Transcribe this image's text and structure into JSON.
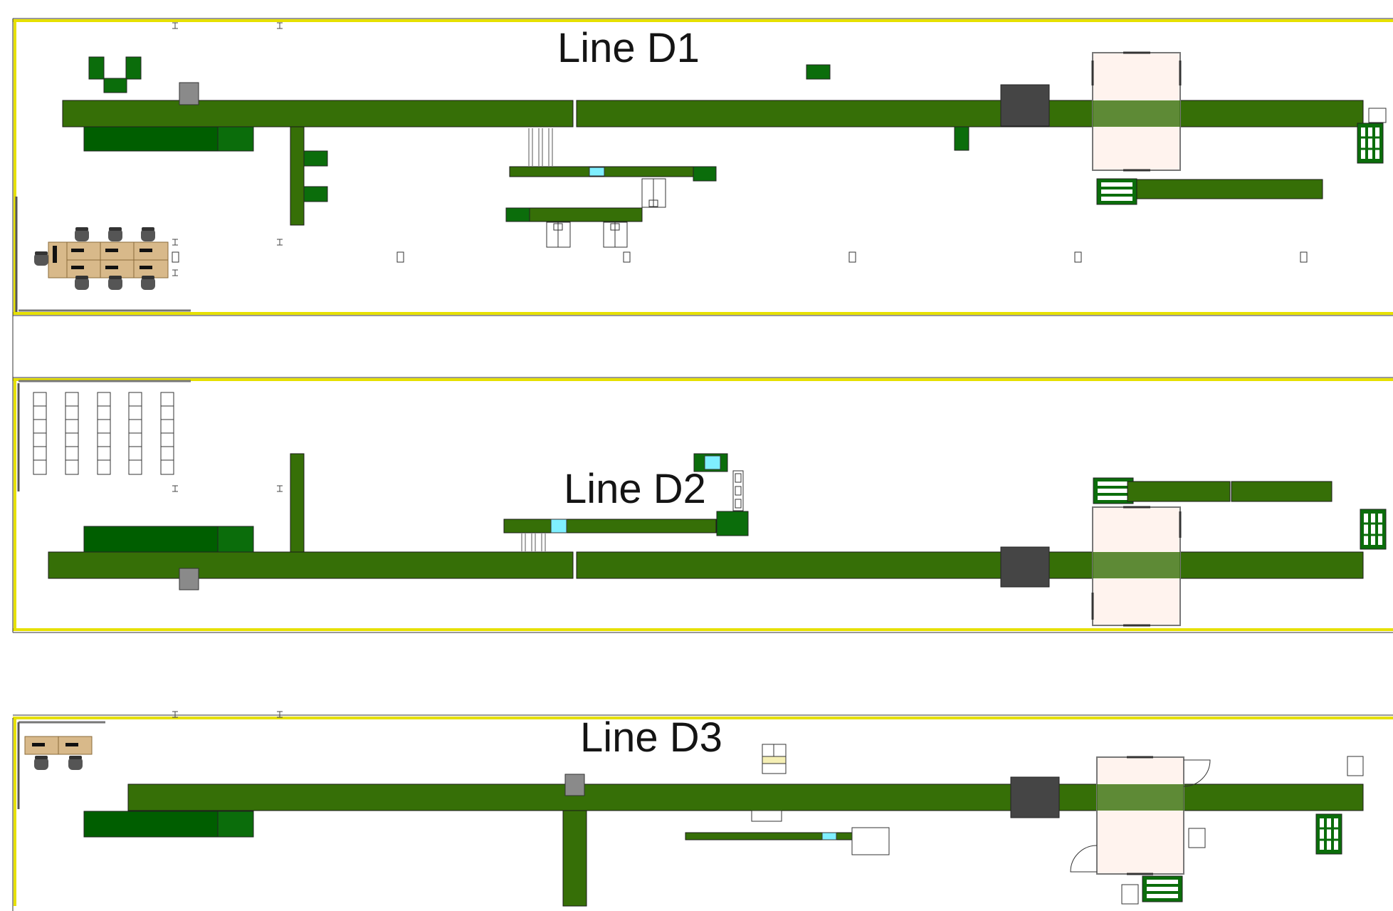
{
  "colors": {
    "conveyor": "#366f07",
    "conveyor_dark": "#005e00",
    "station": "#0b6d0b",
    "zone_border": "#e6e000",
    "machine": "#454545",
    "cell_fill": "#fff3ee",
    "screen": "#7fefff",
    "desk": "#d8b98a",
    "column": "#8a8a8a"
  },
  "lines": [
    {
      "label": "Line D1"
    },
    {
      "label": "Line D2"
    },
    {
      "label": "Line D3"
    }
  ]
}
